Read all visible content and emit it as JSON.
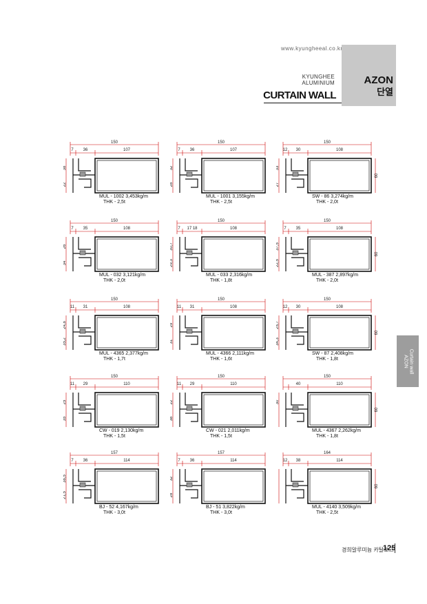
{
  "header": {
    "url": "www.kyungheeal.co.kr",
    "brand_line1": "KYUNGHEE",
    "brand_line2": "ALUMINIUM",
    "title": "CURTAIN WALL",
    "category": "AZON",
    "category_kr": "단열",
    "side_tab_line1": "Curtain wall",
    "side_tab_line2": "AZON"
  },
  "profiles": [
    {
      "code": "MUL - 1002",
      "weight": "3,453kg/m",
      "thk": "THK - 2,5t",
      "top": "150",
      "d1": "7",
      "d2": "36",
      "d3": "107",
      "left_top": "38",
      "left_bot": "22",
      "right": ""
    },
    {
      "code": "MUL - 1001",
      "weight": "3,155kg/m",
      "thk": "THK - 2,5t",
      "top": "150",
      "d1": "7",
      "d2": "36",
      "d3": "107",
      "left_top": "32",
      "left_bot": "28",
      "right": ""
    },
    {
      "code": "SW - 86",
      "weight": "3,274kg/m",
      "thk": "THK - 2,0t",
      "top": "150",
      "d1": "12",
      "d2": "30",
      "d3": "108",
      "left_top": "33",
      "left_bot": "27",
      "right": "60"
    },
    {
      "code": "MUL - 032",
      "weight": "3,121kg/m",
      "thk": "THK - 2,0t",
      "top": "150",
      "d1": "7",
      "d2": "35",
      "d3": "108",
      "left_top": "26",
      "left_bot": "34",
      "right": ""
    },
    {
      "code": "MUL - 033",
      "weight": "2,316kg/m",
      "thk": "THK - 1,8t",
      "top": "150",
      "d1": "7",
      "d2": "17  18",
      "d3": "108",
      "left_top": "30,7",
      "left_bot": "29,3",
      "right": ""
    },
    {
      "code": "MUL - 387",
      "weight": "2,897kg/m",
      "thk": "THK - 2,0t",
      "top": "150",
      "d1": "7",
      "d2": "35",
      "d3": "108",
      "left_top": "37,5",
      "left_bot": "22,5",
      "right": "60"
    },
    {
      "code": "MUL - 4365",
      "weight": "2,377kg/m",
      "thk": "THK - 1,7t",
      "top": "150",
      "d1": "11",
      "d2": "31",
      "d3": "108",
      "left_top": "24,8",
      "left_bot": "35,2",
      "right": ""
    },
    {
      "code": "MUL - 4366",
      "weight": "2,111kg/m",
      "thk": "THK - 1,6t",
      "top": "150",
      "d1": "11",
      "d2": "31",
      "d3": "108",
      "left_top": "29",
      "left_bot": "31",
      "right": ""
    },
    {
      "code": "SW - 87",
      "weight": "2,408kg/m",
      "thk": "THK - 1,8t",
      "top": "150",
      "d1": "12",
      "d2": "30",
      "d3": "108",
      "left_top": "25,7",
      "left_bot": "34,3",
      "right": "60"
    },
    {
      "code": "CW - 019",
      "weight": "2,130kg/m",
      "thk": "THK - 1,5t",
      "top": "150",
      "d1": "11",
      "d2": "29",
      "d3": "110",
      "left_top": "25",
      "left_bot": "35",
      "right": ""
    },
    {
      "code": "CW - 021",
      "weight": "2,011kg/m",
      "thk": "THK - 1,5t",
      "top": "150",
      "d1": "11",
      "d2": "29",
      "d3": "110",
      "left_top": "22",
      "left_bot": "38",
      "right": ""
    },
    {
      "code": "MUL - 4367",
      "weight": "2,262kg/m",
      "thk": "THK - 1,8t",
      "top": "150",
      "d1": "",
      "d2": "40",
      "d3": "110",
      "left_top": "30",
      "left_bot": "",
      "right": "60"
    },
    {
      "code": "BJ - 52",
      "weight": "4,167kg/m",
      "thk": "THK - 3,0t",
      "top": "157",
      "d1": "7",
      "d2": "36",
      "d3": "114",
      "left_top": "38,5",
      "left_bot": "21,5",
      "right": ""
    },
    {
      "code": "BJ - 51",
      "weight": "3,822kg/m",
      "thk": "THK - 3,0t",
      "top": "157",
      "d1": "7",
      "d2": "36",
      "d3": "114",
      "left_top": "32",
      "left_bot": "28",
      "right": ""
    },
    {
      "code": "MUL - 4140",
      "weight": "3,509kg/m",
      "thk": "THK - 2,5t",
      "top": "164",
      "d1": "12",
      "d2": "38",
      "d3": "114",
      "left_top": "",
      "left_bot": "",
      "right": "60"
    }
  ],
  "footer": {
    "text": "경희알루미늄 카탈로그",
    "page": "125"
  }
}
